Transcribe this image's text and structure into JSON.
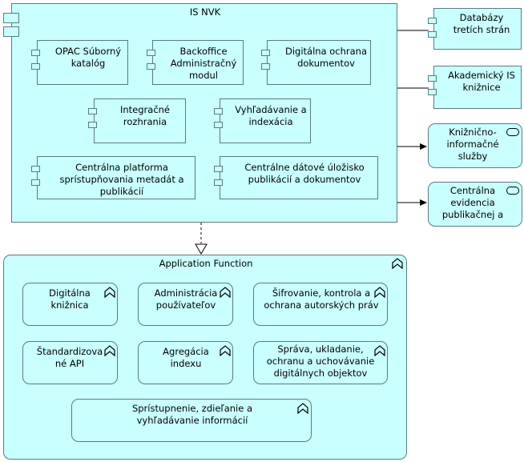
{
  "system": {
    "title": "IS NVK",
    "components": [
      "OPAC Súborný katalóg",
      "Backoffice Administračný modul",
      "Digitálna ochrana dokumentov",
      "Integračné rozhrania",
      "Vyhľadávanie a indexácia",
      "Centrálna platforma sprístupňovania metadát a publikácií",
      "Centrálne dátové úložisko publikácií a dokumentov"
    ]
  },
  "external": {
    "components": [
      "Databázy tretích strán",
      "Akademický IS knižnice"
    ],
    "services": [
      "Knižnično-informačné služby",
      "Centrálna evidencia publikačnej a"
    ]
  },
  "functions": {
    "title": "Application Function",
    "items": [
      "Digitálna knižnica",
      "Administrácia používateľov",
      "Šifrovanie, kontrola a ochrana autorských práv",
      "Štandardizované API",
      "Agregácia indexu",
      "Správa, ukladanie, ochranu a uchovávanie digitálnych objektov",
      "Sprístupnenie, zdieľanie a vyhľadávanie informácií"
    ]
  },
  "colors": {
    "fill": "#c9ffff",
    "stroke": "#5c7c7c"
  }
}
